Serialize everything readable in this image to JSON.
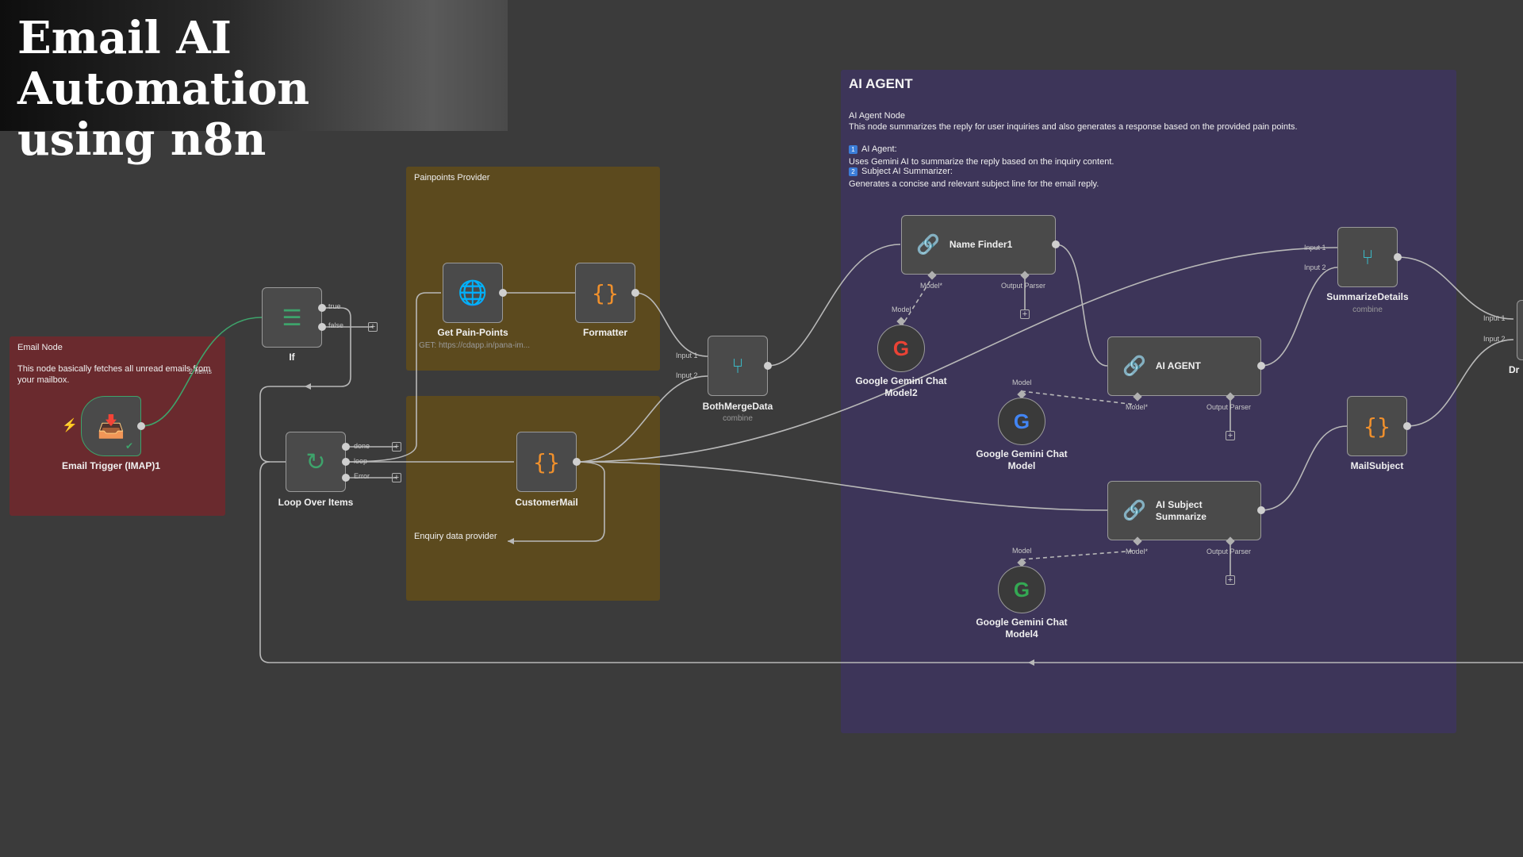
{
  "banner": {
    "title_line1": "Email AI Automation",
    "title_line2": "using n8n"
  },
  "colors": {
    "canvas": "#3b3b3b",
    "email_sticky": "#6a2a2e",
    "painpoint_sticky": "#5c4a1e",
    "agent_sticky": "#3d3559",
    "node_bg": "#4a4a4a",
    "wire": "#b8b8b8",
    "trigger_green": "#3ea36b"
  },
  "stickies": {
    "email_node": {
      "title": "Email Node",
      "body": "This node basically fetches all unread emails from\nyour mailbox."
    },
    "painpoints": {
      "title": "Painpoints Provider"
    },
    "enquiry": {
      "title": "Enquiry data provider"
    },
    "ai_agent": {
      "title": "AI AGENT",
      "line1": "AI Agent Node",
      "line2": "This node summarizes the reply for user inquiries and also generates a response based on the provided pain points.",
      "badge1": "1",
      "line3": "AI Agent:",
      "line4": "Uses Gemini AI to summarize the reply based on the inquiry content.",
      "badge2": "2",
      "line5": "Subject AI Summarizer:",
      "line6": "Generates a concise and relevant subject line for the email reply."
    }
  },
  "nodes": {
    "email_trigger": {
      "label": "Email Trigger (IMAP)1",
      "items_badge": "2 items",
      "icon": "inbox-icon"
    },
    "if_node": {
      "label": "If",
      "true_label": "true",
      "false_label": "false",
      "icon": "signpost-icon"
    },
    "loop": {
      "label": "Loop Over Items",
      "done_label": "done",
      "loop_label": "loop",
      "error_label": "Error",
      "icon": "refresh-icon"
    },
    "get_painpoints": {
      "label": "Get Pain-Points",
      "sub": "GET: https://cdapp.in/pana-im...",
      "icon": "globe-icon"
    },
    "formatter": {
      "label": "Formatter",
      "icon": "braces-icon"
    },
    "customer_mail": {
      "label": "CustomerMail",
      "icon": "braces-icon"
    },
    "both_merge": {
      "label": "BothMergeData",
      "sub": "combine",
      "input1": "Input 1",
      "input2": "Input 2",
      "icon": "merge-icon"
    },
    "name_finder": {
      "label": "Name Finder1",
      "model": "Model*",
      "parser": "Output Parser",
      "icon": "link-icon"
    },
    "gemini2": {
      "label": "Google Gemini Chat\nModel2",
      "model": "Model"
    },
    "ai_agent": {
      "label": "AI AGENT",
      "model": "Model*",
      "parser": "Output Parser",
      "icon": "link-icon"
    },
    "gemini1": {
      "label": "Google Gemini Chat\nModel",
      "model": "Model"
    },
    "subject_summarize": {
      "label": "AI Subject\nSummarize",
      "model": "Model*",
      "parser": "Output Parser",
      "icon": "link-icon"
    },
    "gemini4": {
      "label": "Google Gemini Chat\nModel4",
      "model": "Model"
    },
    "summarize_details": {
      "label": "SummarizeDetails",
      "sub": "combine",
      "input1": "Input 1",
      "input2": "Input 2",
      "icon": "merge-icon"
    },
    "mail_subject": {
      "label": "MailSubject",
      "icon": "braces-icon"
    },
    "draft": {
      "label": "Dr",
      "input1": "Input 1",
      "input2": "Input 2"
    }
  }
}
